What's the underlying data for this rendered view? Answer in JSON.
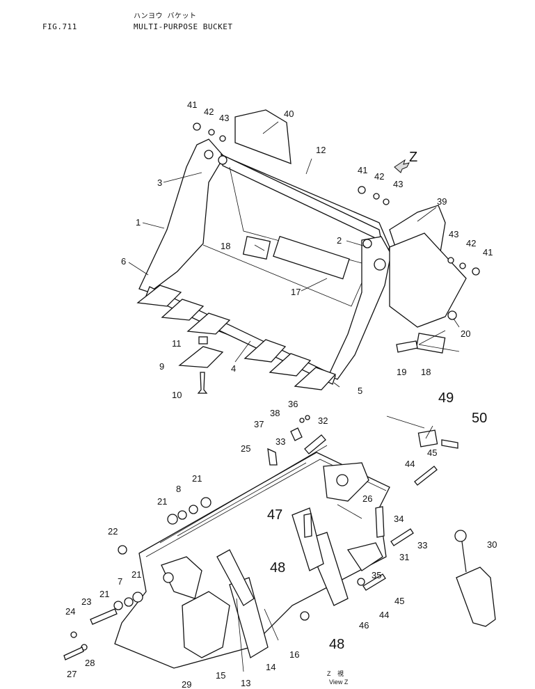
{
  "header": {
    "fig_number": "FIG.711",
    "title_jp": "ハンヨウ バケット",
    "title_en": "MULTI-PURPOSE BUCKET"
  },
  "view_label": {
    "z": "Z",
    "z_kanji": "視",
    "view": "View Z"
  },
  "arrow_label": "Z",
  "callouts": {
    "c1": "1",
    "c2": "2",
    "c3": "3",
    "c4": "4",
    "c5": "5",
    "c6": "6",
    "c7": "7",
    "c8": "8",
    "c9": "9",
    "c10": "10",
    "c11": "11",
    "c12": "12",
    "c13": "13",
    "c14": "14",
    "c15": "15",
    "c16": "16",
    "c17": "17",
    "c18a": "18",
    "c18b": "18",
    "c19": "19",
    "c20": "20",
    "c21a": "21",
    "c21b": "21",
    "c21c": "21",
    "c21d": "21",
    "c22": "22",
    "c23": "23",
    "c24": "24",
    "c25": "25",
    "c26": "26",
    "c27": "27",
    "c28": "28",
    "c29": "29",
    "c30": "30",
    "c31": "31",
    "c32": "32",
    "c33a": "33",
    "c33b": "33",
    "c34": "34",
    "c35": "35",
    "c36": "36",
    "c37": "37",
    "c38": "38",
    "c39": "39",
    "c40": "40",
    "c41a": "41",
    "c41b": "41",
    "c41c": "41",
    "c42a": "42",
    "c42b": "42",
    "c42c": "42",
    "c43a": "43",
    "c43b": "43",
    "c43c": "43",
    "c44a": "44",
    "c44b": "44",
    "c45a": "45",
    "c45b": "45",
    "c46": "46",
    "c47": "47",
    "c48a": "48",
    "c48b": "48",
    "c49": "49",
    "c50": "50"
  }
}
